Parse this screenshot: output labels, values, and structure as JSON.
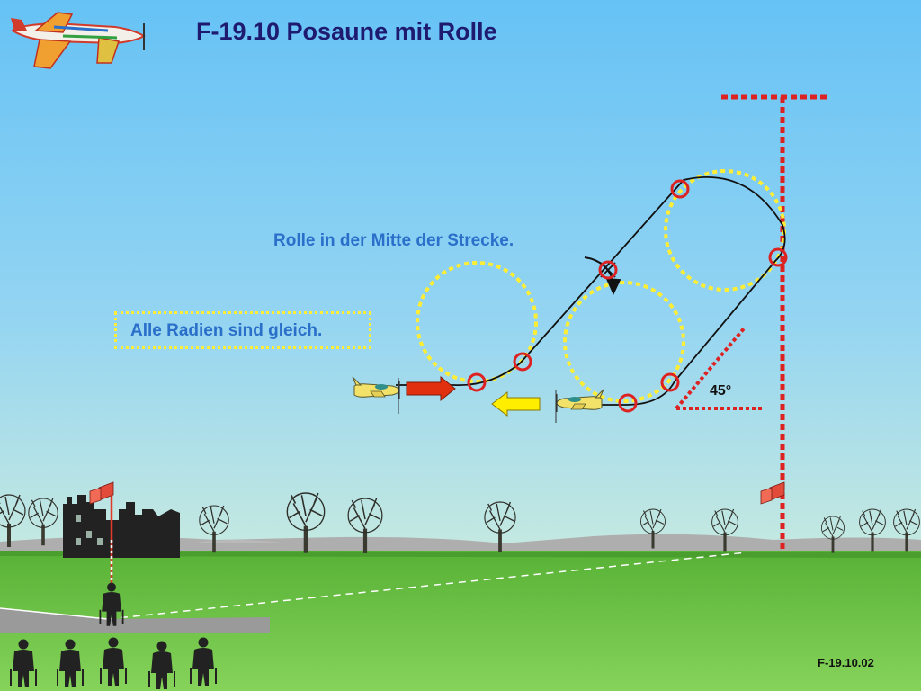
{
  "title": "F-19.10 Posaune mit Rolle",
  "annotations": {
    "roll_note": "Rolle in der Mitte der Strecke.",
    "radii_note": "Alle Radien sind gleich.",
    "angle_label": "45°"
  },
  "figure_ref": "F-19.10.02",
  "colors": {
    "sky_top": "#66c2f5",
    "sky_bottom": "#e2f5d6",
    "grass": "#6ec443",
    "title": "#1e1a70",
    "note_text": "#2a6fc9",
    "loop_dots": "#ffee33",
    "roll_markers": "#dd2222",
    "reference_line": "#dd2222",
    "entry_arrow": "#e03010",
    "exit_arrow": "#ffee00"
  },
  "icons": [
    "aircraft-logo-icon",
    "model-aircraft-icon",
    "wind-flag-icon",
    "tree-icon",
    "castle-ruin-icon",
    "pilot-icon",
    "spectator-icon"
  ]
}
